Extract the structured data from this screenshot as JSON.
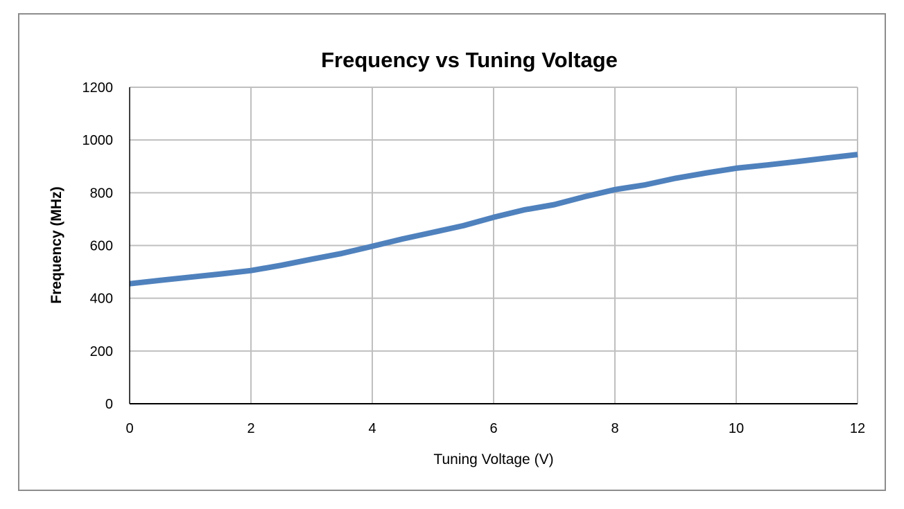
{
  "chart_data": {
    "type": "line",
    "title": "Frequency vs Tuning Voltage",
    "xlabel": "Tuning Voltage (V)",
    "ylabel": "Frequency (MHz)",
    "xlim": [
      0,
      12
    ],
    "ylim": [
      0,
      1200
    ],
    "xticks": [
      0,
      2,
      4,
      6,
      8,
      10,
      12
    ],
    "yticks": [
      0,
      200,
      400,
      600,
      800,
      1000,
      1200
    ],
    "grid": {
      "vertical": true,
      "horizontal": true
    },
    "legend": "none",
    "series": [
      {
        "color": "#4f81bd",
        "x": [
          0,
          0.5,
          1,
          1.5,
          2,
          2.5,
          3,
          3.5,
          4,
          4.5,
          5,
          5.5,
          6,
          6.5,
          7,
          7.5,
          8,
          8.5,
          9,
          9.5,
          10,
          10.5,
          11,
          11.5,
          12
        ],
        "y": [
          455,
          468,
          480,
          492,
          505,
          525,
          548,
          570,
          597,
          625,
          650,
          675,
          707,
          735,
          755,
          785,
          812,
          830,
          855,
          875,
          893,
          905,
          918,
          932,
          945
        ]
      }
    ]
  },
  "colors": {
    "frame_border": "#8c8c8c",
    "gridline": "#bfbfbf",
    "axis": "#000000",
    "series": "#4f81bd"
  }
}
